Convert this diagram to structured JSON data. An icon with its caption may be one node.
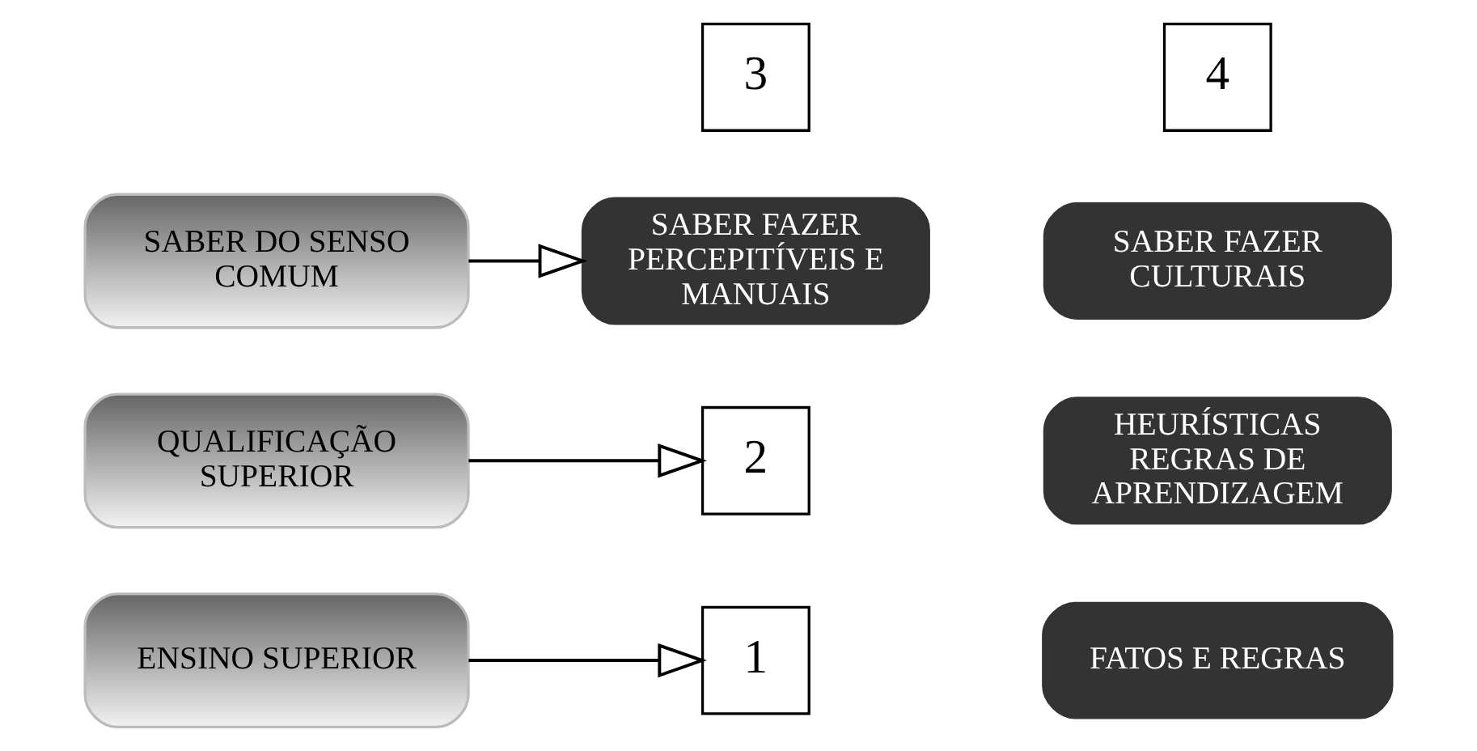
{
  "diagram": {
    "nodes": [
      {
        "text": [
          "ENSINO SUPERIOR"
        ]
      },
      {
        "text": [
          "1"
        ]
      },
      {
        "text": [
          "FATOS E REGRAS"
        ]
      },
      {
        "text": [
          "QUALIFICAÇÃO SUPERIOR"
        ]
      },
      {
        "text": [
          "2"
        ]
      },
      {
        "text": [
          "HEURÍSTICAS REGRAS DE APRENDIZAGEM"
        ]
      },
      {
        "text": [
          "SABER DO SENSO COMUM"
        ]
      },
      {
        "text": [
          "3"
        ]
      },
      {
        "text": [
          "SABER FAZER PERCEPITÍVEIS E MANUAIS"
        ]
      },
      {
        "text": [
          "4"
        ]
      },
      {
        "text": [
          "SABER FAZER CULTURAIS"
        ]
      }
    ],
    "edges": [
      {
        "from": 0,
        "to": 1,
        "arrow": "to"
      },
      {
        "from": 3,
        "to": 4,
        "arrow": "to"
      },
      {
        "from": 6,
        "to": 8,
        "arrow": "to"
      }
    ]
  }
}
